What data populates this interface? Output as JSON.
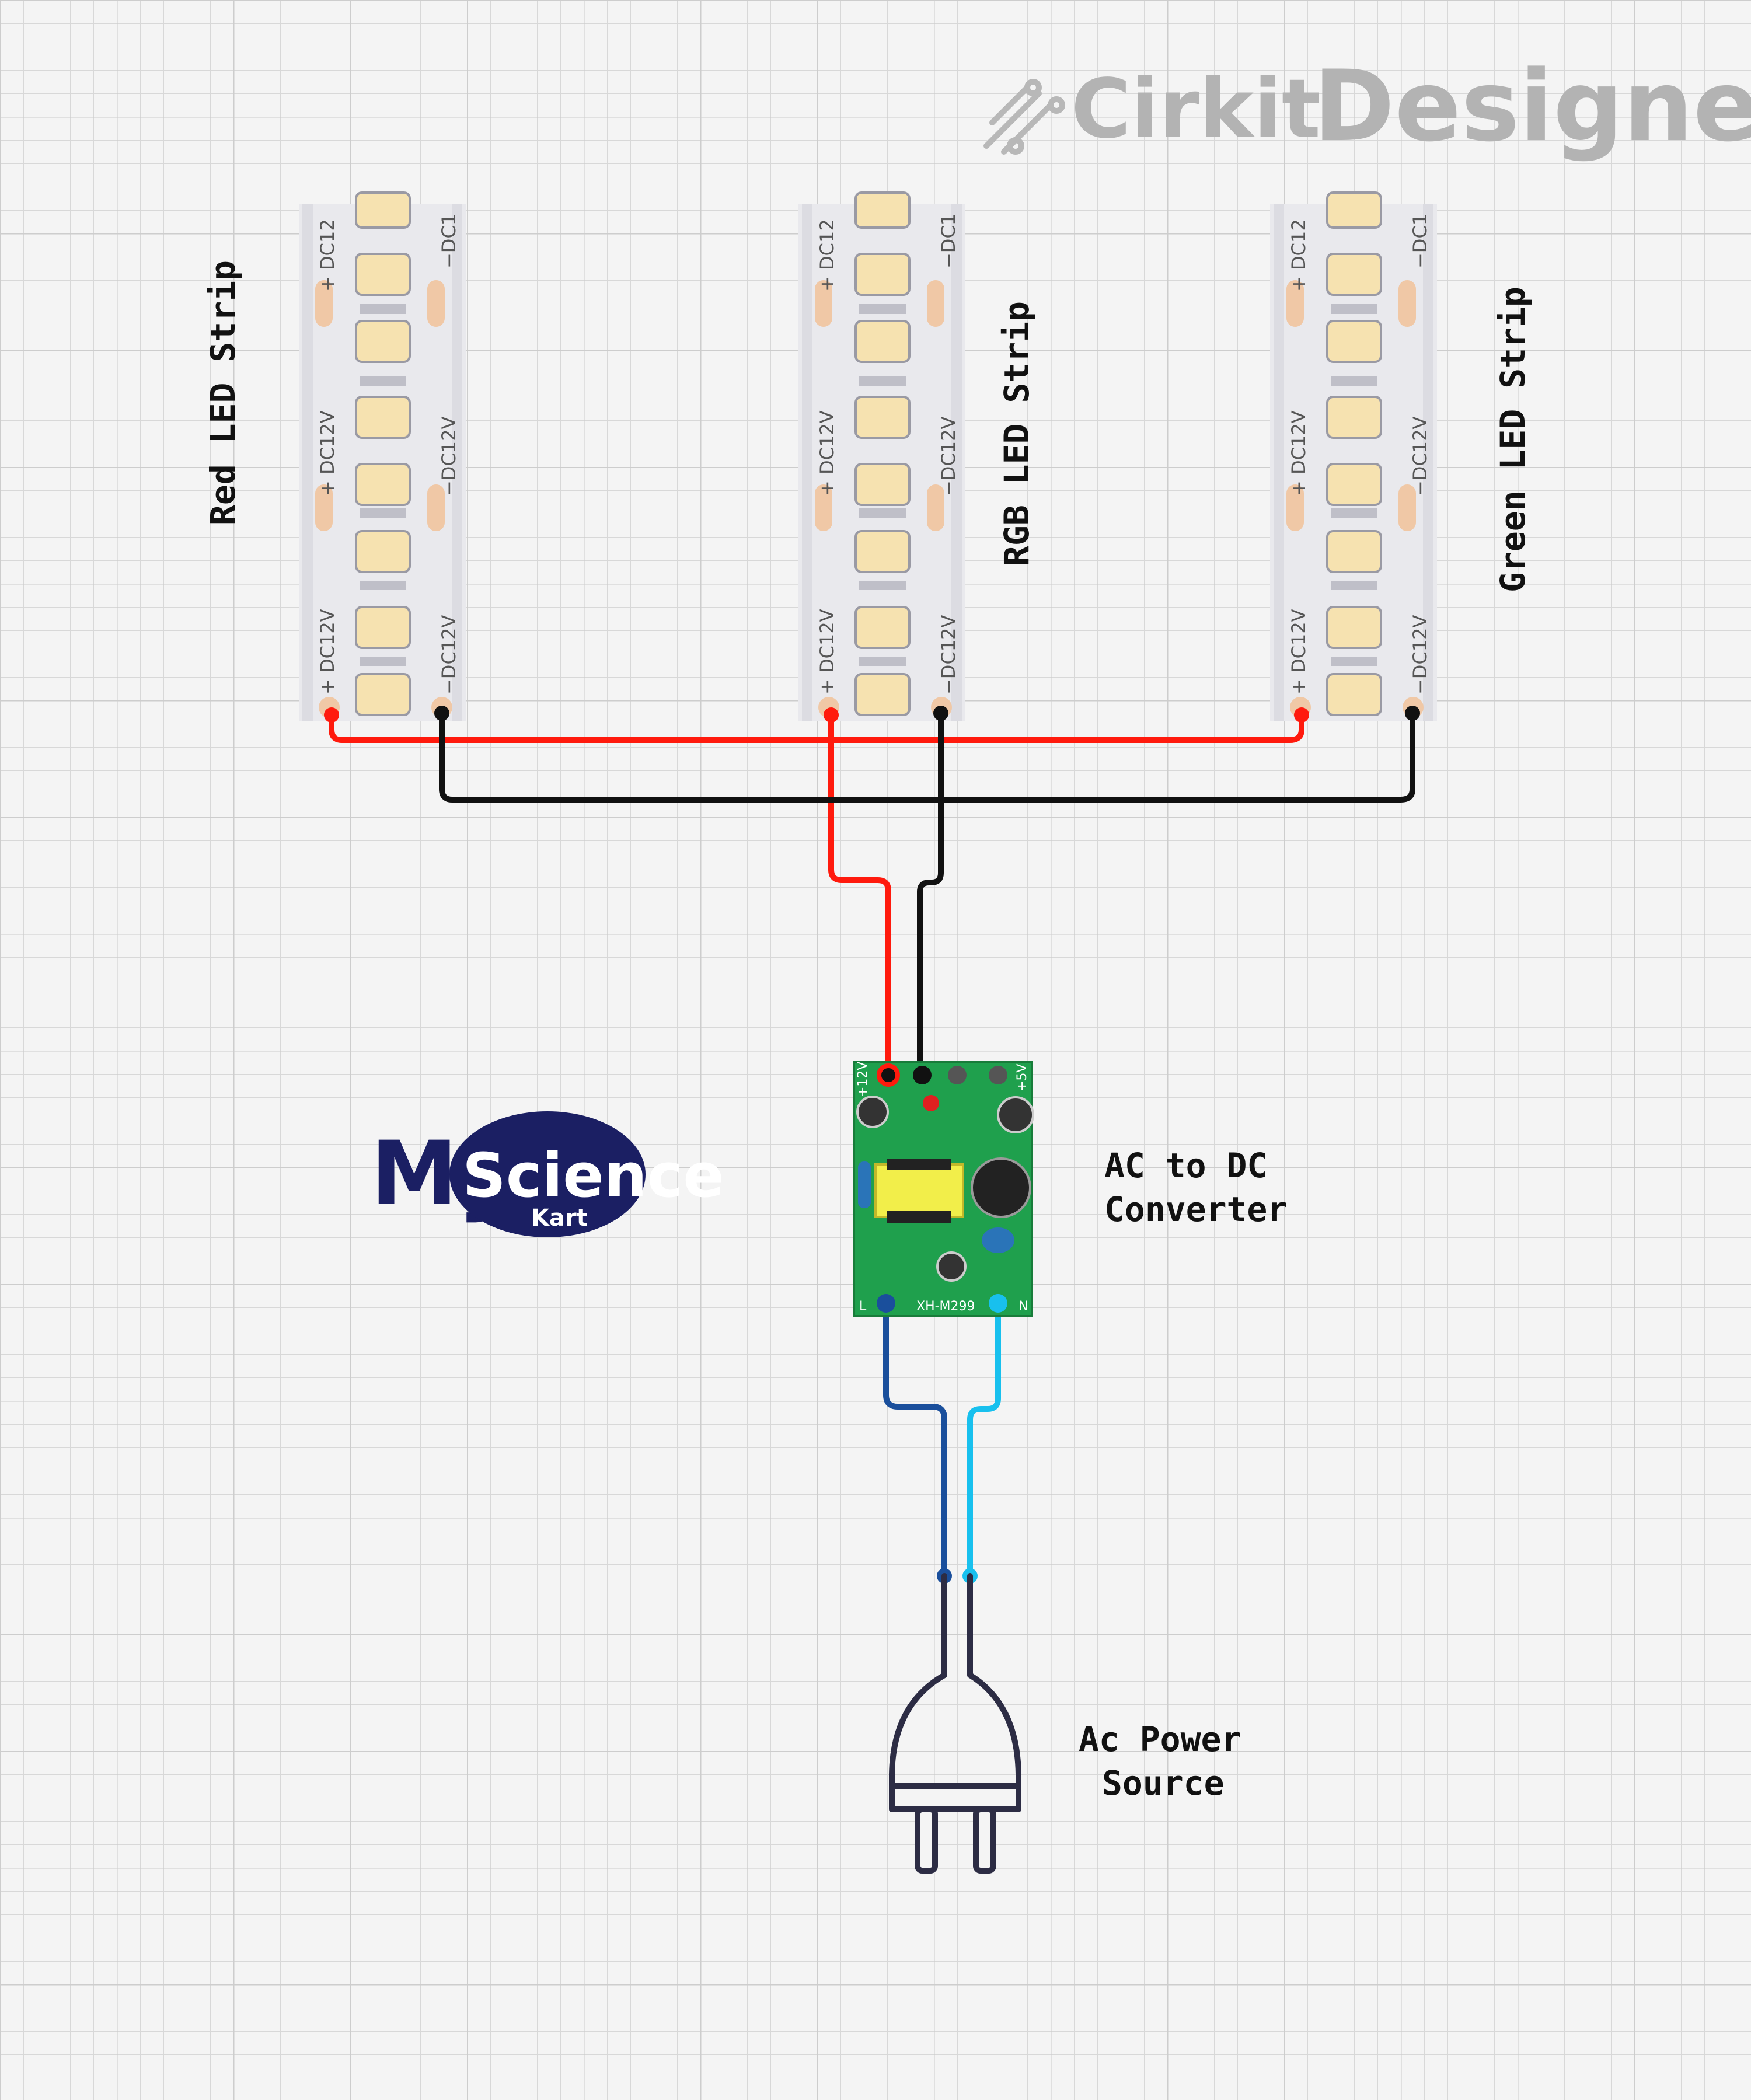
{
  "watermark": {
    "prefix": "Cirkit",
    "suffix": "Designer"
  },
  "logo": {
    "part1": "My",
    "part2": "Science",
    "part3": "Kart"
  },
  "strips": [
    {
      "label": "Red LED Strip"
    },
    {
      "label": "RGB LED Strip"
    },
    {
      "label": "Green LED Strip"
    }
  ],
  "strip_marks": {
    "plus": "+ DC12V",
    "minus": "−DC12V",
    "plus_cut": "+ DC12",
    "minus_cut": "−DC1"
  },
  "converter": {
    "label_line1": "AC to DC",
    "label_line2": "Converter",
    "pin_plus": "+12V",
    "pin_5v": "+5V",
    "pin_l": "L",
    "pin_n": "N",
    "model": "XH-M299"
  },
  "ac_source": {
    "label_line1": "Ac Power",
    "label_line2": "Source"
  },
  "colors": {
    "positive_wire": "#ff1a0d",
    "negative_wire": "#111111",
    "live_wire": "#1a4f9c",
    "neutral_wire": "#18c0ee",
    "pcb": "#1fa04d",
    "grid": "#d6d6d6",
    "background": "#f4f4f4"
  }
}
